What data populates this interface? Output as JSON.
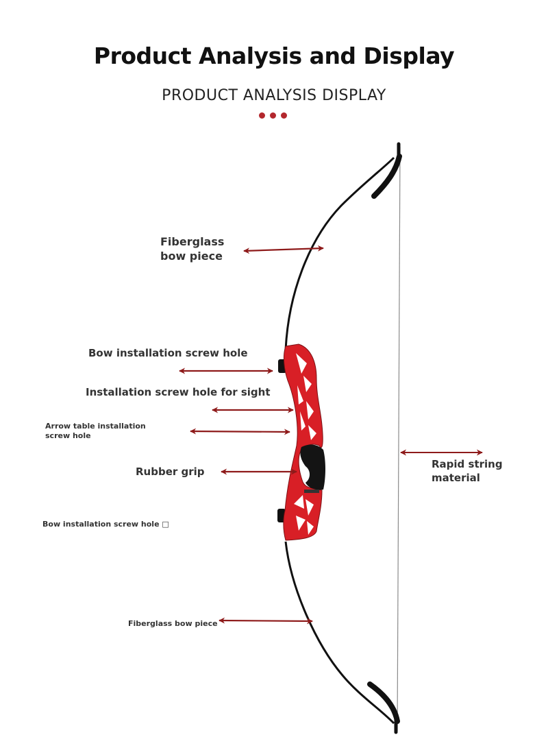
{
  "header": {
    "title": "Product Analysis and Display",
    "subtitle": "PRODUCT ANALYSIS DISPLAY"
  },
  "labels": {
    "fiberglass_upper": "Fiberglass bow piece",
    "bow_screw_upper": "Bow installation screw hole",
    "sight_screw": "Installation screw hole for sight",
    "arrow_table": "Arrow table installation screw hole",
    "rubber_grip": "Rubber grip",
    "bow_screw_lower": "Bow installation screw hole □",
    "fiberglass_lower": "Fiberglass bow piece",
    "string": "Rapid string material"
  },
  "colors": {
    "accent": "#b3272d",
    "arrow": "#8e1a1a",
    "riser": "#d81f26",
    "limb": "#111111",
    "string": "#8a8a8a",
    "grip": "#141414"
  }
}
